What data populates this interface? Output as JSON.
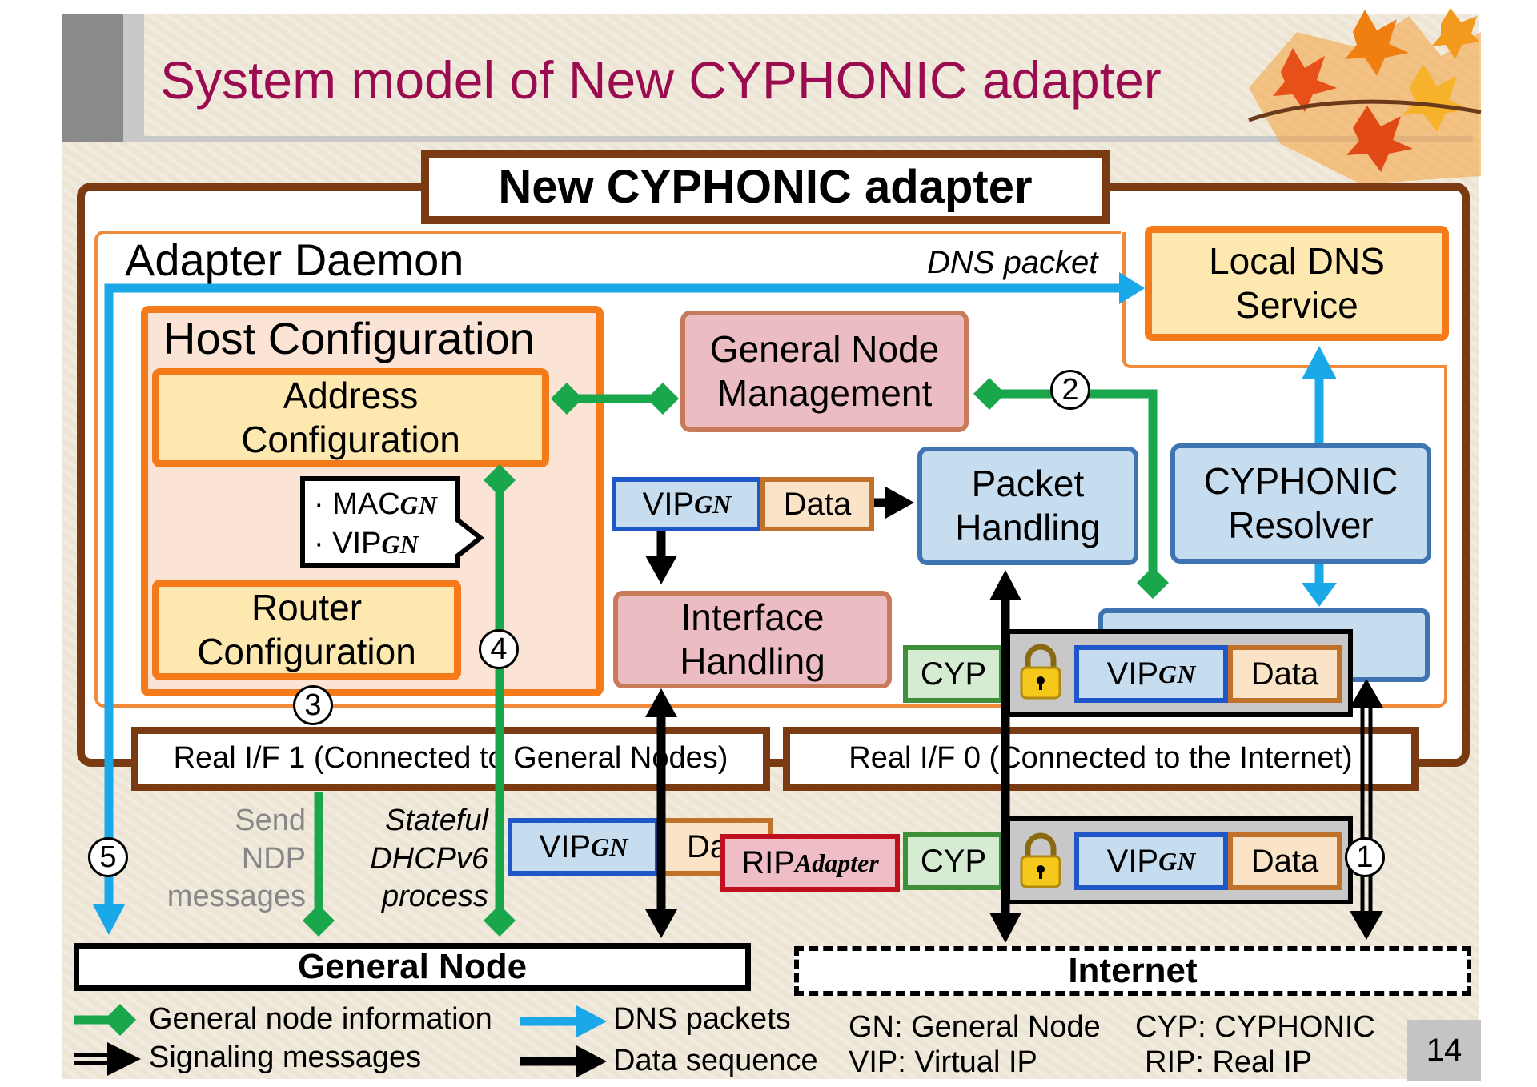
{
  "slide": {
    "title": "System model of New CYPHONIC adapter",
    "page_number": "14"
  },
  "diagram": {
    "adapter_title": "New CYPHONIC adapter",
    "adapter_daemon": "Adapter Daemon",
    "dns_packet_label": "DNS packet",
    "local_dns": "Local DNS\nService",
    "host_config": "Host Configuration",
    "address_config": "Address\nConfiguration",
    "router_config": "Router\nConfiguration",
    "gnm": "General Node\nManagement",
    "packet_handling": "Packet\nHandling",
    "resolver": "CYPHONIC\nResolver",
    "interface_handling": "Interface\nHandling",
    "callout_line1": "· MAC",
    "callout_line2": "· VIP",
    "sub_gn": "GN",
    "sub_adapter": "Adapter",
    "vip": "VIP",
    "data": "Data",
    "data_partial": "Da",
    "cyp": "CYP",
    "rip": "RIP",
    "real_if1": "Real I/F 1 (Connected to General Nodes)",
    "real_if0": "Real I/F 0 (Connected to the Internet)",
    "send_ndp": "Send\nNDP\nmessages",
    "stateful": "Stateful\nDHCPv6\nprocess",
    "general_node": "General Node",
    "internet": "Internet",
    "steps": [
      "1",
      "2",
      "3",
      "4",
      "5"
    ]
  },
  "legend": {
    "general_info": "General node information",
    "signaling": "Signaling messages",
    "dns_packets": "DNS packets",
    "data_sequence": "Data sequence",
    "gn": "GN: General Node",
    "vip": "VIP: Virtual IP",
    "cyp": "CYP: CYPHONIC",
    "rip": "RIP: Real IP"
  },
  "colors": {
    "title": "#9b0b4f",
    "frame_brown": "#7a3a12",
    "orange": "#f47a1a",
    "green_arrow": "#1aa64a",
    "blue_arrow": "#1aa8e8",
    "black_arrow": "#000000"
  }
}
